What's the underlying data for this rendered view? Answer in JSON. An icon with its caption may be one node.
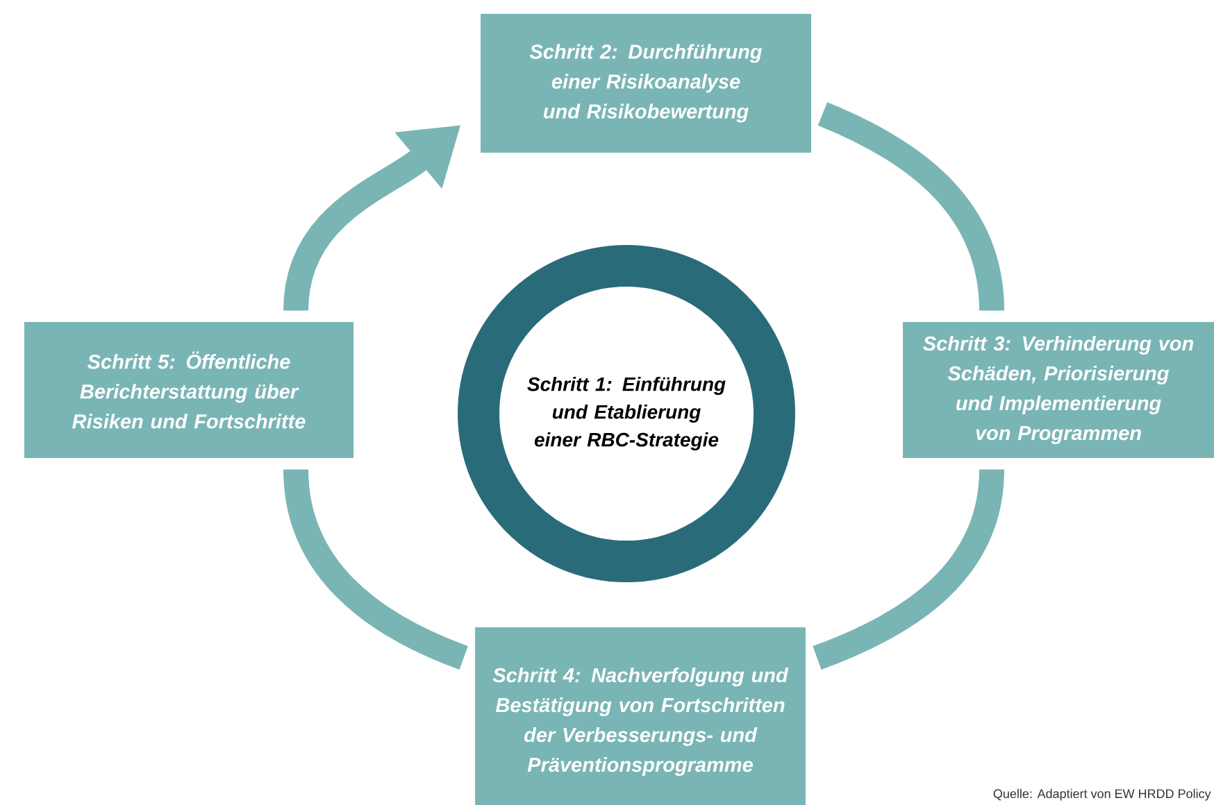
{
  "diagram": {
    "nodes": [
      {
        "text": [
          "Schritt 1: Einführung und Etablierung einer RBC-Strategie"
        ]
      },
      {
        "text": [
          "Schritt 2: Durchführung einer Risikoanalyse und Risikobewertung"
        ]
      },
      {
        "text": [
          "Schritt 3: Verhinderung von Schäden, Priorisierung und Implementierung von Programmen"
        ]
      },
      {
        "text": [
          "Schritt 4: Nachverfolgung und Bestätigung von Fortschritten der Verbesserungs- und Präventionsprogramme"
        ]
      },
      {
        "text": [
          "Schritt 5: Öffentliche Berichterstattung über Risiken und Fortschritte"
        ]
      }
    ],
    "edges": [
      {
        "from": 1,
        "to": 2,
        "arrow": "none"
      },
      {
        "from": 2,
        "to": 3,
        "arrow": "none"
      },
      {
        "from": 3,
        "to": 4,
        "arrow": "none"
      },
      {
        "from": 4,
        "to": 1,
        "arrow": "to"
      }
    ],
    "labels": [
      "Quelle: Adaptiert von EW HRDD Policy"
    ]
  }
}
